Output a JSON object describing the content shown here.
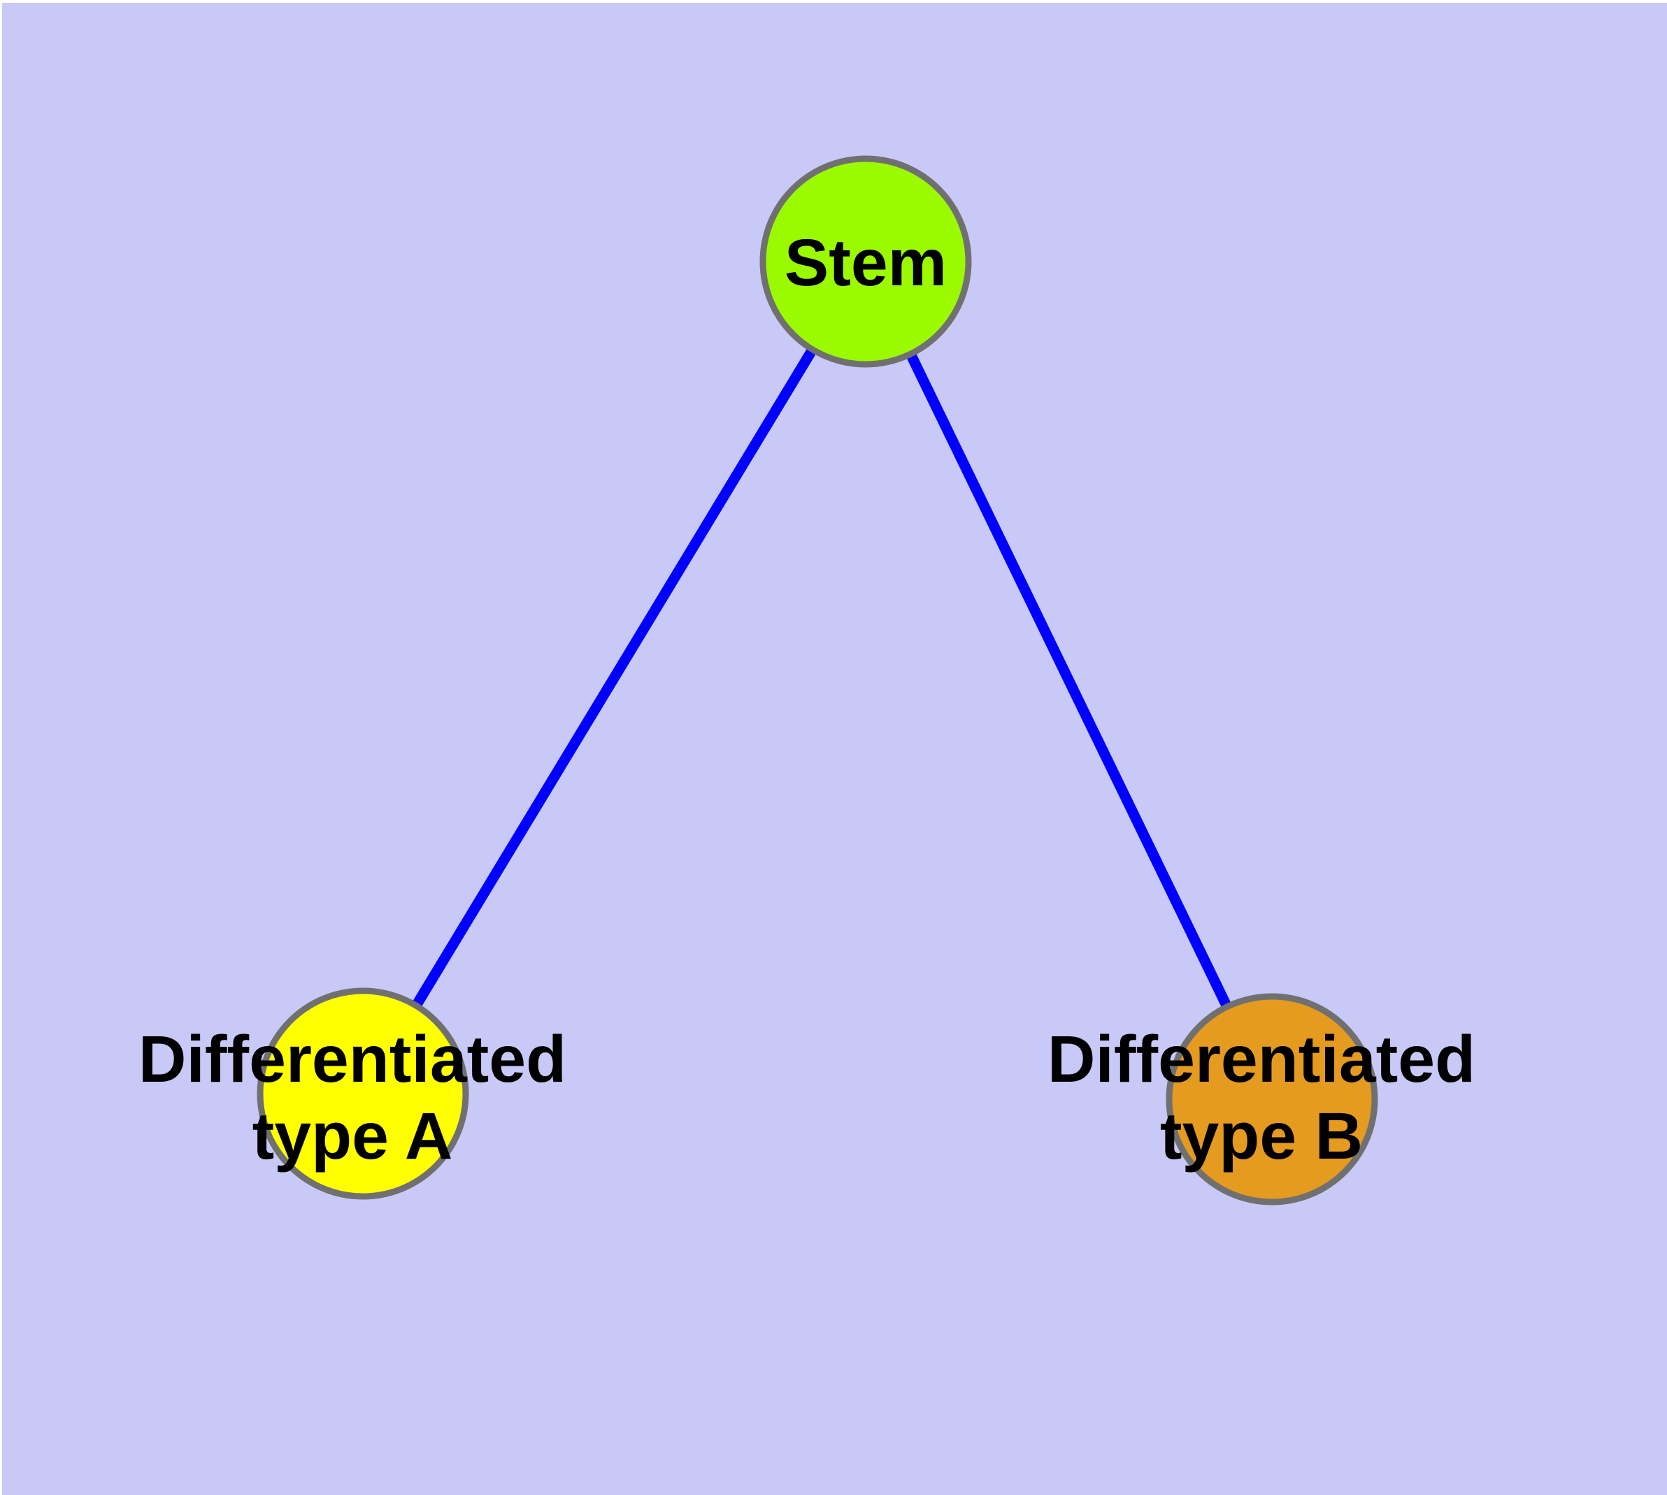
{
  "canvas": {
    "background_color": "#C9C9F8",
    "frame_color": "#FFFFFF"
  },
  "graph": {
    "edge_color": "#0000FF",
    "node_border_color": "#707070",
    "text_color": "#000000",
    "nodes": [
      {
        "id": "stem",
        "label": "Stem",
        "fill": "#9BFA00",
        "label_lines": [
          "Stem"
        ]
      },
      {
        "id": "differentiated-type-a",
        "label": "Differentiated type A",
        "fill": "#FFFF00",
        "label_lines": [
          "Differentiated",
          "type A"
        ]
      },
      {
        "id": "differentiated-type-b",
        "label": "Differentiated type B",
        "fill": "#E59A20",
        "label_lines": [
          "Differentiated",
          "type B"
        ]
      }
    ],
    "edges": [
      {
        "from": "Stem",
        "to": "Differentiated type A"
      },
      {
        "from": "Stem",
        "to": "Differentiated type B"
      }
    ]
  }
}
